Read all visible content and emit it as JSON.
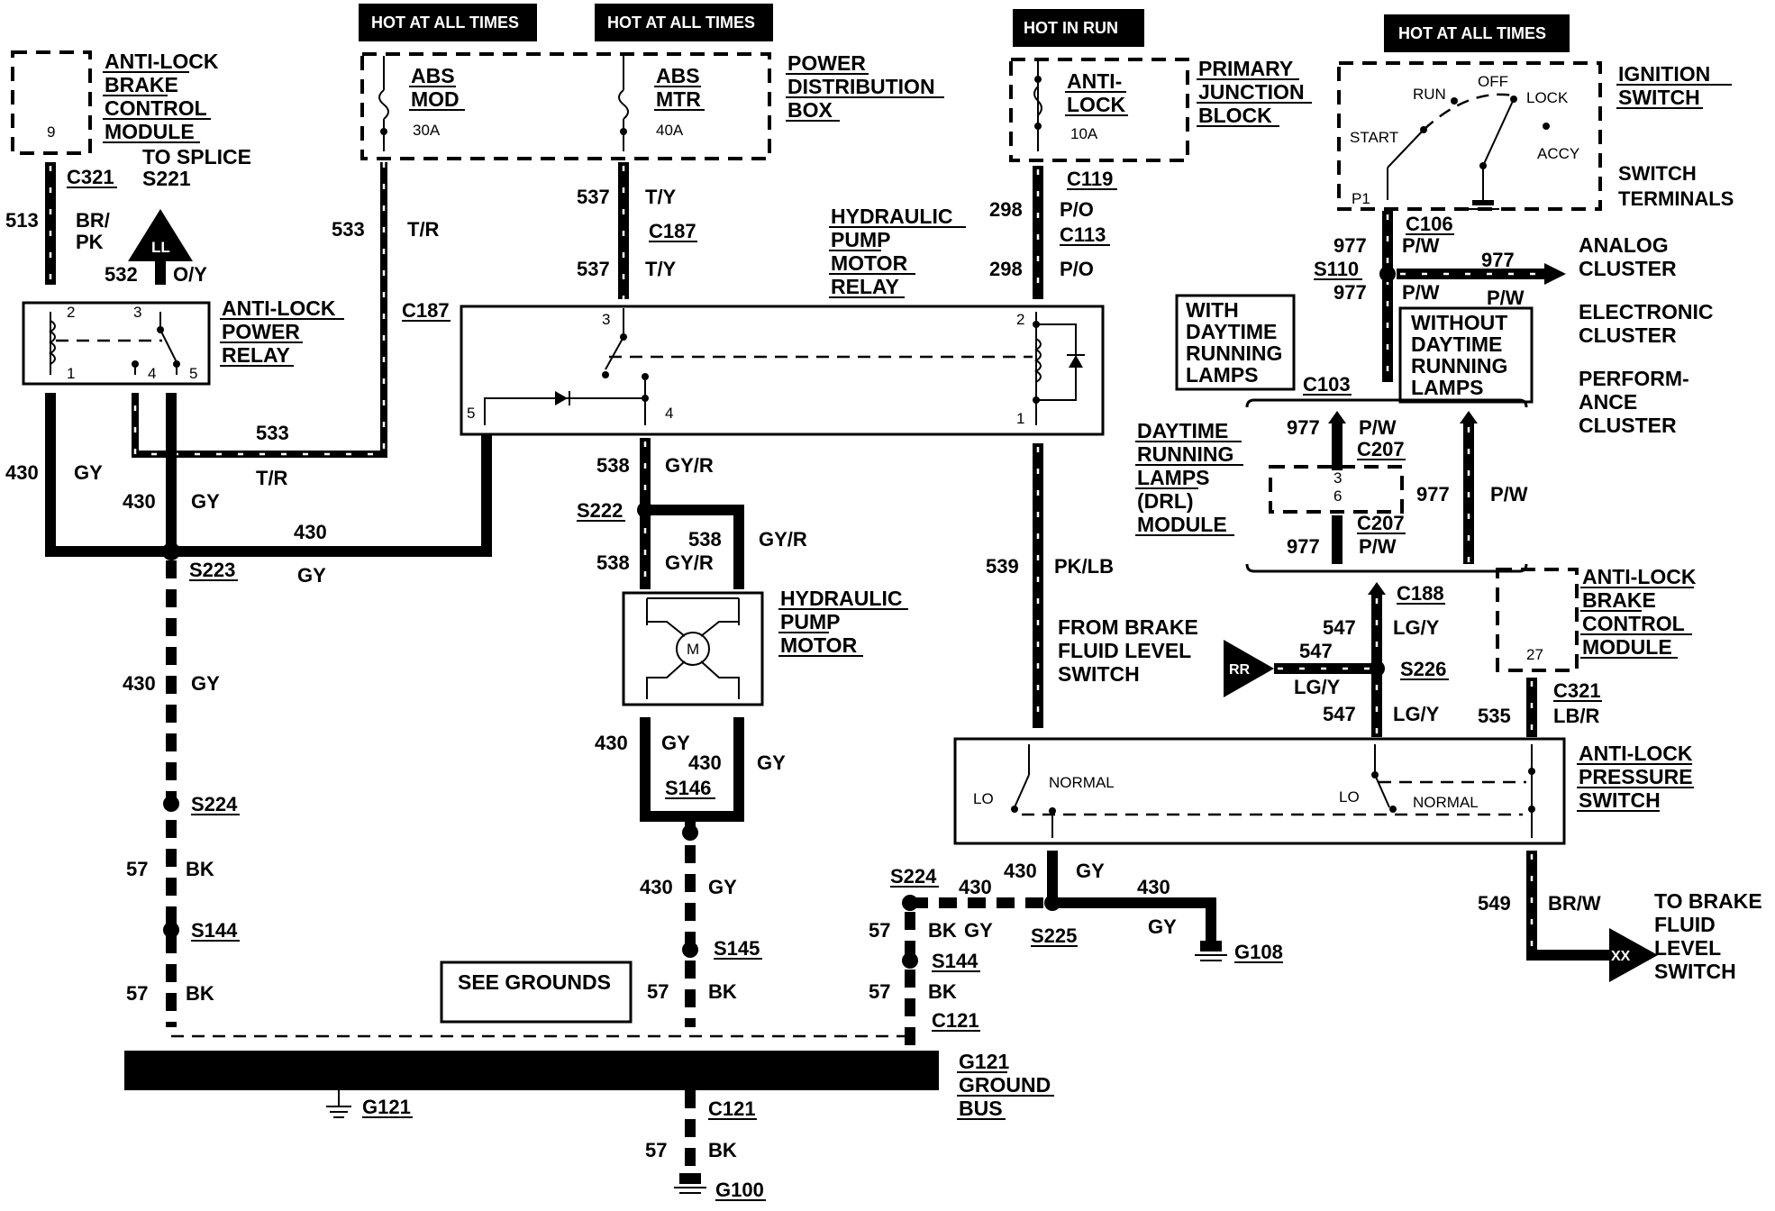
{
  "headers": {
    "hot1": "HOT AT ALL TIMES",
    "hot2": "HOT AT ALL TIMES",
    "hot_run": "HOT IN RUN",
    "hot3": "HOT AT ALL TIMES"
  },
  "components": {
    "abcm_top": {
      "l1": "ANTI-LOCK",
      "l2": "BRAKE",
      "l3": "CONTROL",
      "l4": "MODULE",
      "pin": "9"
    },
    "to_splice": {
      "l1": "TO SPLICE",
      "l2": "S221"
    },
    "pdb": {
      "l1": "POWER",
      "l2": "DISTRIBUTION",
      "l3": "BOX"
    },
    "fuse_abs_mod": {
      "l1": "ABS",
      "l2": "MOD",
      "amp": "30A"
    },
    "fuse_abs_mtr": {
      "l1": "ABS",
      "l2": "MTR",
      "amp": "40A"
    },
    "power_relay": {
      "l1": "ANTI-LOCK",
      "l2": "POWER",
      "l3": "RELAY",
      "p1": "1",
      "p2": "2",
      "p3": "3",
      "p4": "4",
      "p5": "5"
    },
    "hpmr": {
      "l1": "HYDRAULIC",
      "l2": "PUMP",
      "l3": "MOTOR",
      "l4": "RELAY",
      "p1": "1",
      "p2": "2",
      "p3": "3",
      "p4": "4",
      "p5": "5"
    },
    "motor": {
      "l1": "HYDRAULIC",
      "l2": "PUMP",
      "l3": "MOTOR",
      "symbol": "M"
    },
    "pjb": {
      "l1": "PRIMARY",
      "l2": "JUNCTION",
      "l3": "BLOCK",
      "fuse1": "ANTI-",
      "fuse2": "LOCK",
      "amp": "10A"
    },
    "ignition": {
      "l1": "IGNITION",
      "l2": "SWITCH",
      "run": "RUN",
      "off": "OFF",
      "lock": "LOCK",
      "start": "START",
      "accy": "ACCY",
      "p1": "P1",
      "terms1": "SWITCH",
      "terms2": "TERMINALS"
    },
    "analog": {
      "l1": "ANALOG",
      "l2": "CLUSTER"
    },
    "electronic": {
      "l1": "ELECTRONIC",
      "l2": "CLUSTER"
    },
    "performance": {
      "l1": "PERFORM-",
      "l2": "ANCE",
      "l3": "CLUSTER"
    },
    "with_drl": {
      "l1": "WITH",
      "l2": "DAYTIME",
      "l3": "RUNNING",
      "l4": "LAMPS"
    },
    "without_drl": {
      "l1": "WITHOUT",
      "l2": "DAYTIME",
      "l3": "RUNNING",
      "l4": "LAMPS"
    },
    "drl_module": {
      "l1": "DAYTIME",
      "l2": "RUNNING",
      "l3": "LAMPS",
      "l4": "(DRL)",
      "l5": "MODULE",
      "p1": "3",
      "p2": "6"
    },
    "from_brake": {
      "l1": "FROM BRAKE",
      "l2": "FLUID LEVEL",
      "l3": "SWITCH",
      "tag": "RR"
    },
    "abcm_right": {
      "l1": "ANTI-LOCK",
      "l2": "BRAKE",
      "l3": "CONTROL",
      "l4": "MODULE",
      "pin": "27"
    },
    "pressure_switch": {
      "l1": "ANTI-LOCK",
      "l2": "PRESSURE",
      "l3": "SWITCH",
      "lo1": "LO",
      "normal1": "NORMAL",
      "lo2": "LO",
      "normal2": "NORMAL"
    },
    "to_brake": {
      "l1": "TO BRAKE",
      "l2": "FLUID",
      "l3": "LEVEL",
      "l4": "SWITCH",
      "tag": "XX"
    },
    "ll_tag": "LL",
    "see_grounds": "SEE GROUNDS",
    "ground_bus": {
      "l1": "G121",
      "l2": "GROUND",
      "l3": "BUS"
    }
  },
  "connectors": {
    "c321a": "C321",
    "c187a": "C187",
    "c187b": "C187",
    "c119": "C119",
    "c113": "C113",
    "c106": "C106",
    "s110": "S110",
    "c103": "C103",
    "c207a": "C207",
    "c207b": "C207",
    "c188": "C188",
    "s226": "S226",
    "c321b": "C321",
    "s222": "S222",
    "s223": "S223",
    "s224a": "S224",
    "s144a": "S144",
    "s146": "S146",
    "s145": "S145",
    "s224b": "S224",
    "s144b": "S144",
    "s225": "S225",
    "c121a": "C121",
    "c121b": "C121",
    "g121": "G121",
    "g100": "G100",
    "g108": "G108"
  },
  "wires": {
    "w513": {
      "num": "513",
      "c1": "BR/",
      "c2": "PK"
    },
    "w532": {
      "num": "532",
      "color": "O/Y"
    },
    "w533a": {
      "num": "533",
      "color": "T/R"
    },
    "w533b": {
      "num": "533",
      "color": "T/R"
    },
    "w537a": {
      "num": "537",
      "color": "T/Y"
    },
    "w537b": {
      "num": "537",
      "color": "T/Y"
    },
    "w298a": {
      "num": "298",
      "color": "P/O"
    },
    "w298b": {
      "num": "298",
      "color": "P/O"
    },
    "w977a": {
      "num": "977",
      "color": "P/W"
    },
    "w977b": {
      "num": "977",
      "color": "P/W"
    },
    "w977c": {
      "num": "977",
      "color": "P/W"
    },
    "w977d": {
      "num": "977",
      "color": "P/W"
    },
    "w977e": {
      "num": "977",
      "color": "P/W"
    },
    "w977f": {
      "num": "977",
      "color": "P/W"
    },
    "w430a": {
      "num": "430",
      "color": "GY"
    },
    "w430b": {
      "num": "430",
      "color": "GY"
    },
    "w430c": {
      "num": "430",
      "color": "GY"
    },
    "w430d": {
      "num": "430",
      "color": "GY"
    },
    "w430e": {
      "num": "430",
      "color": "GY"
    },
    "w430f": {
      "num": "430",
      "color": "GY"
    },
    "w430g": {
      "num": "430",
      "color": "GY"
    },
    "w430h": {
      "num": "430",
      "color": "GY"
    },
    "w430i": {
      "num": "430",
      "color": "GY"
    },
    "w430j": {
      "num": "430",
      "color": "GY"
    },
    "w538a": {
      "num": "538",
      "color": "GY/R"
    },
    "w538b": {
      "num": "538",
      "color": "GY/R"
    },
    "w538c": {
      "num": "538",
      "color": "GY/R"
    },
    "w539": {
      "num": "539",
      "color": "PK/LB"
    },
    "w547a": {
      "num": "547",
      "color": "LG/Y"
    },
    "w547b": {
      "num": "547",
      "color": "LG/Y"
    },
    "w547c": {
      "num": "547",
      "color": "LG/Y"
    },
    "w535": {
      "num": "535",
      "color": "LB/R"
    },
    "w549": {
      "num": "549",
      "color": "BR/W"
    },
    "w57a": {
      "num": "57",
      "color": "BK"
    },
    "w57b": {
      "num": "57",
      "color": "BK"
    },
    "w57c": {
      "num": "57",
      "color": "BK"
    },
    "w57d": {
      "num": "57",
      "color": "BK"
    },
    "w57e": {
      "num": "57",
      "color": "BK"
    },
    "w57f": {
      "num": "57",
      "color": "BK"
    }
  }
}
